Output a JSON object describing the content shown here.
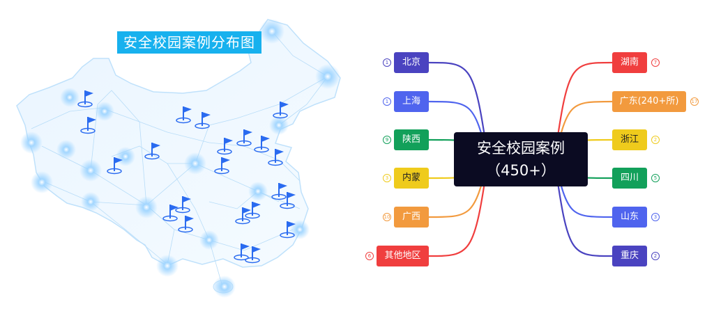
{
  "map": {
    "title": "安全校园案例分布图"
  },
  "mindmap": {
    "center": "安全校园案例（450+）",
    "left": [
      {
        "label": "北京",
        "count": "1",
        "color": "#4a43c0"
      },
      {
        "label": "上海",
        "count": "1",
        "color": "#4f64ee"
      },
      {
        "label": "陕西",
        "count": "9",
        "color": "#12a05a"
      },
      {
        "label": "内蒙",
        "count": "3",
        "color": "#efcb1c"
      },
      {
        "label": "广西",
        "count": "10",
        "color": "#f29a3e"
      },
      {
        "label": "其他地区",
        "count": "6",
        "color": "#f03e3e"
      }
    ],
    "right": [
      {
        "label": "湖南",
        "count": "7",
        "color": "#f03e3e"
      },
      {
        "label": "广东(240+所)",
        "count": "17",
        "color": "#f29a3e"
      },
      {
        "label": "浙江",
        "count": "2",
        "color": "#efcb1c"
      },
      {
        "label": "四川",
        "count": "5",
        "color": "#12a05a"
      },
      {
        "label": "山东",
        "count": "3",
        "color": "#4f64ee"
      },
      {
        "label": "重庆",
        "count": "2",
        "color": "#4a43c0"
      }
    ]
  }
}
